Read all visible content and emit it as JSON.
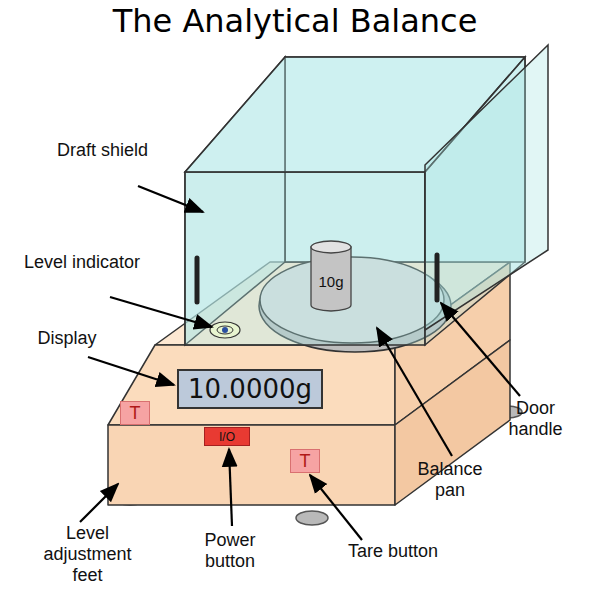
{
  "diagram": {
    "title": "The Analytical Balance",
    "nodes": [
      {
        "text": [
          "10g"
        ]
      },
      {
        "text": [
          "10.0000g"
        ]
      },
      {
        "text": [
          "T"
        ]
      },
      {
        "text": [
          "I/O"
        ]
      },
      {
        "text": [
          "T"
        ]
      }
    ],
    "labels": [
      "Draft shield",
      "Level indicator",
      "Display",
      "Door handle",
      "Balance pan",
      "Level adjustment feet",
      "Power button",
      "Tare button"
    ]
  }
}
